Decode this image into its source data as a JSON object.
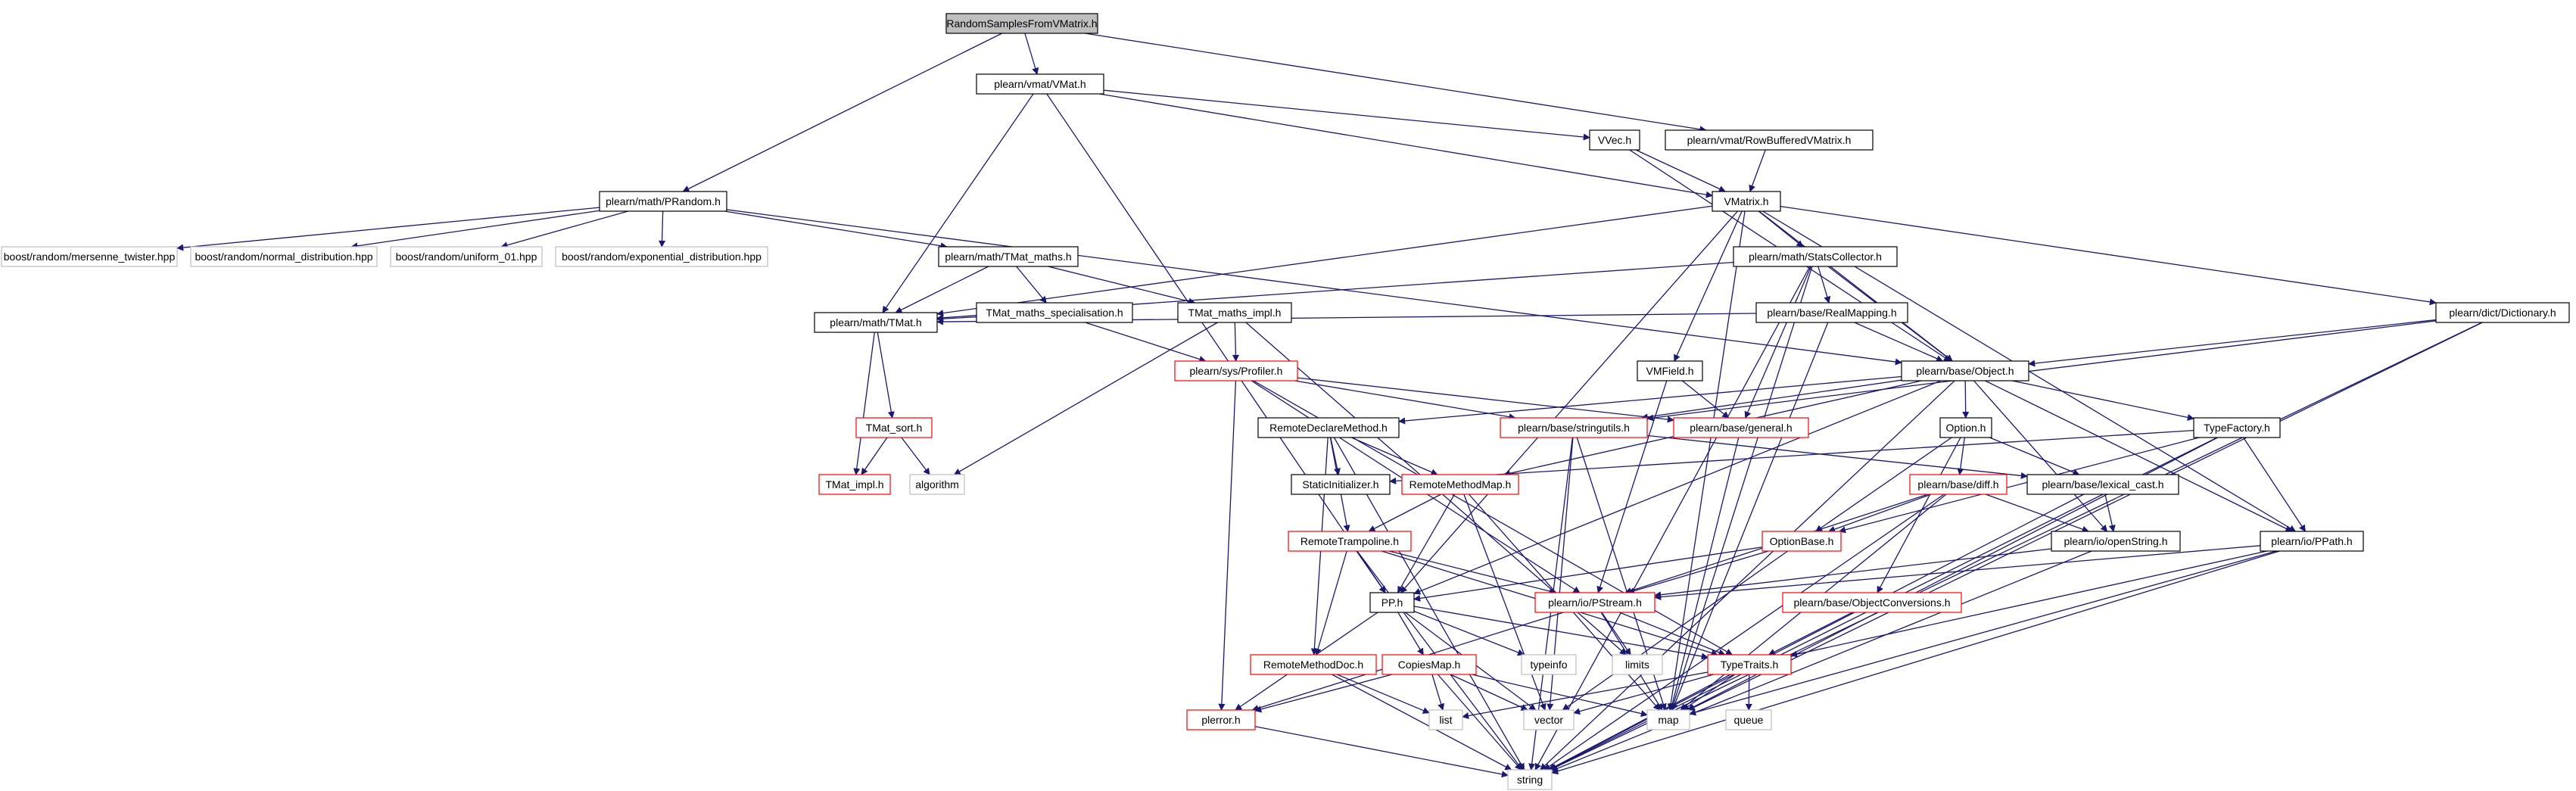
{
  "colors": {
    "edge": "#191970",
    "node_fill": "#ffffff",
    "border_black": "#000000",
    "border_red": "#ff0000",
    "border_gray": "#bfbfbf",
    "root_fill": "#bfbfbf",
    "text": "#000000"
  },
  "nodes": [
    {
      "id": "root",
      "label": "RandomSamplesFromVMatrix.h",
      "style": "root"
    },
    {
      "id": "vmat",
      "label": "plearn/vmat/VMat.h",
      "style": "black"
    },
    {
      "id": "vvec",
      "label": "VVec.h",
      "style": "black"
    },
    {
      "id": "rowbuf",
      "label": "plearn/vmat/RowBufferedVMatrix.h",
      "style": "black"
    },
    {
      "id": "prandom",
      "label": "plearn/math/PRandom.h",
      "style": "black"
    },
    {
      "id": "vmatrix",
      "label": "VMatrix.h",
      "style": "black"
    },
    {
      "id": "mersenne",
      "label": "boost/random/mersenne_twister.hpp",
      "style": "gray"
    },
    {
      "id": "normal",
      "label": "boost/random/normal_distribution.hpp",
      "style": "gray"
    },
    {
      "id": "uniform",
      "label": "boost/random/uniform_01.hpp",
      "style": "gray"
    },
    {
      "id": "expo",
      "label": "boost/random/exponential_distribution.hpp",
      "style": "gray"
    },
    {
      "id": "tmatmaths",
      "label": "plearn/math/TMat_maths.h",
      "style": "black"
    },
    {
      "id": "stats",
      "label": "plearn/math/StatsCollector.h",
      "style": "black"
    },
    {
      "id": "dict",
      "label": "plearn/dict/Dictionary.h",
      "style": "black"
    },
    {
      "id": "tmspec",
      "label": "TMat_maths_specialisation.h",
      "style": "black"
    },
    {
      "id": "tmimpl",
      "label": "TMat_maths_impl.h",
      "style": "black"
    },
    {
      "id": "realmap",
      "label": "plearn/base/RealMapping.h",
      "style": "black"
    },
    {
      "id": "tmat",
      "label": "plearn/math/TMat.h",
      "style": "black"
    },
    {
      "id": "profiler",
      "label": "plearn/sys/Profiler.h",
      "style": "red"
    },
    {
      "id": "vmfield",
      "label": "VMField.h",
      "style": "black"
    },
    {
      "id": "object",
      "label": "plearn/base/Object.h",
      "style": "black"
    },
    {
      "id": "tmsort",
      "label": "TMat_sort.h",
      "style": "red"
    },
    {
      "id": "remdecl",
      "label": "RemoteDeclareMethod.h",
      "style": "black"
    },
    {
      "id": "strutils",
      "label": "plearn/base/stringutils.h",
      "style": "red"
    },
    {
      "id": "general",
      "label": "plearn/base/general.h",
      "style": "red"
    },
    {
      "id": "option",
      "label": "Option.h",
      "style": "black"
    },
    {
      "id": "typefac",
      "label": "TypeFactory.h",
      "style": "black"
    },
    {
      "id": "tmimplh",
      "label": "TMat_impl.h",
      "style": "red"
    },
    {
      "id": "algorithm",
      "label": "algorithm",
      "style": "gray"
    },
    {
      "id": "staticinit",
      "label": "StaticInitializer.h",
      "style": "black"
    },
    {
      "id": "remmap",
      "label": "RemoteMethodMap.h",
      "style": "red"
    },
    {
      "id": "diff",
      "label": "plearn/base/diff.h",
      "style": "red"
    },
    {
      "id": "lexcast",
      "label": "plearn/base/lexical_cast.h",
      "style": "black"
    },
    {
      "id": "opstring",
      "label": "plearn/io/openString.h",
      "style": "black"
    },
    {
      "id": "ppath",
      "label": "plearn/io/PPath.h",
      "style": "black"
    },
    {
      "id": "optbase",
      "label": "OptionBase.h",
      "style": "red"
    },
    {
      "id": "remtramp",
      "label": "RemoteTrampoline.h",
      "style": "red"
    },
    {
      "id": "pp",
      "label": "PP.h",
      "style": "black"
    },
    {
      "id": "pstream",
      "label": "plearn/io/PStream.h",
      "style": "red"
    },
    {
      "id": "objconv",
      "label": "plearn/base/ObjectConversions.h",
      "style": "red"
    },
    {
      "id": "typeinfo",
      "label": "typeinfo",
      "style": "gray"
    },
    {
      "id": "remdoc",
      "label": "RemoteMethodDoc.h",
      "style": "red"
    },
    {
      "id": "copies",
      "label": "CopiesMap.h",
      "style": "red"
    },
    {
      "id": "limits",
      "label": "limits",
      "style": "gray"
    },
    {
      "id": "typetraits",
      "label": "TypeTraits.h",
      "style": "red"
    },
    {
      "id": "queue",
      "label": "queue",
      "style": "gray"
    },
    {
      "id": "list",
      "label": "list",
      "style": "gray"
    },
    {
      "id": "vector",
      "label": "vector",
      "style": "gray"
    },
    {
      "id": "map",
      "label": "map",
      "style": "gray"
    },
    {
      "id": "perror",
      "label": "plerror.h",
      "style": "red"
    },
    {
      "id": "string",
      "label": "string",
      "style": "gray"
    }
  ],
  "edges": [
    [
      "root",
      "vmat"
    ],
    [
      "root",
      "prandom"
    ],
    [
      "root",
      "rowbuf"
    ],
    [
      "vmat",
      "vvec"
    ],
    [
      "vmat",
      "vmatrix"
    ],
    [
      "vmat",
      "tmat"
    ],
    [
      "vmat",
      "pp"
    ],
    [
      "vvec",
      "vmatrix"
    ],
    [
      "vvec",
      "object"
    ],
    [
      "rowbuf",
      "vmatrix"
    ],
    [
      "prandom",
      "mersenne"
    ],
    [
      "prandom",
      "normal"
    ],
    [
      "prandom",
      "uniform"
    ],
    [
      "prandom",
      "expo"
    ],
    [
      "prandom",
      "tmatmaths"
    ],
    [
      "prandom",
      "object"
    ],
    [
      "vmatrix",
      "tmat"
    ],
    [
      "vmatrix",
      "stats"
    ],
    [
      "vmatrix",
      "dict"
    ],
    [
      "vmatrix",
      "object"
    ],
    [
      "vmatrix",
      "vmfield"
    ],
    [
      "vmatrix",
      "ppath"
    ],
    [
      "vmatrix",
      "map"
    ],
    [
      "vmatrix",
      "pp"
    ],
    [
      "tmatmaths",
      "tmspec"
    ],
    [
      "tmatmaths",
      "tmimpl"
    ],
    [
      "tmatmaths",
      "tmat"
    ],
    [
      "tmspec",
      "tmat"
    ],
    [
      "tmspec",
      "profiler"
    ],
    [
      "tmimpl",
      "profiler"
    ],
    [
      "tmimpl",
      "algorithm"
    ],
    [
      "tmimpl",
      "limits"
    ],
    [
      "stats",
      "realmap"
    ],
    [
      "stats",
      "object"
    ],
    [
      "stats",
      "general"
    ],
    [
      "stats",
      "map"
    ],
    [
      "stats",
      "tmat"
    ],
    [
      "stats",
      "string"
    ],
    [
      "realmap",
      "object"
    ],
    [
      "realmap",
      "map"
    ],
    [
      "realmap",
      "tmat"
    ],
    [
      "dict",
      "object"
    ],
    [
      "dict",
      "strutils"
    ],
    [
      "dict",
      "map"
    ],
    [
      "dict",
      "string"
    ],
    [
      "tmat",
      "tmsort"
    ],
    [
      "tmat",
      "tmimplh"
    ],
    [
      "tmsort",
      "algorithm"
    ],
    [
      "tmsort",
      "tmimplh"
    ],
    [
      "profiler",
      "strutils"
    ],
    [
      "profiler",
      "general"
    ],
    [
      "profiler",
      "pstream"
    ],
    [
      "profiler",
      "perror"
    ],
    [
      "profiler",
      "typetraits"
    ],
    [
      "vmfield",
      "general"
    ],
    [
      "vmfield",
      "pstream"
    ],
    [
      "object",
      "remdecl"
    ],
    [
      "object",
      "strutils"
    ],
    [
      "object",
      "option"
    ],
    [
      "object",
      "typefac"
    ],
    [
      "object",
      "ppath"
    ],
    [
      "object",
      "opstring"
    ],
    [
      "object",
      "pp"
    ],
    [
      "object",
      "remmap"
    ],
    [
      "object",
      "string"
    ],
    [
      "remdecl",
      "staticinit"
    ],
    [
      "remdecl",
      "remmap"
    ],
    [
      "remdecl",
      "remtramp"
    ],
    [
      "remdecl",
      "remdoc"
    ],
    [
      "remdecl",
      "string"
    ],
    [
      "strutils",
      "lexcast"
    ],
    [
      "strutils",
      "map"
    ],
    [
      "strutils",
      "vector"
    ],
    [
      "strutils",
      "string"
    ],
    [
      "general",
      "map"
    ],
    [
      "option",
      "optbase"
    ],
    [
      "option",
      "diff"
    ],
    [
      "option",
      "lexcast"
    ],
    [
      "option",
      "objconv"
    ],
    [
      "typefac",
      "staticinit"
    ],
    [
      "typefac",
      "ppath"
    ],
    [
      "typefac",
      "map"
    ],
    [
      "typefac",
      "string"
    ],
    [
      "typefac",
      "optbase"
    ],
    [
      "remmap",
      "remtramp"
    ],
    [
      "remmap",
      "pp"
    ],
    [
      "remmap",
      "vector"
    ],
    [
      "remmap",
      "map"
    ],
    [
      "diff",
      "optbase"
    ],
    [
      "diff",
      "opstring"
    ],
    [
      "diff",
      "map"
    ],
    [
      "diff",
      "string"
    ],
    [
      "diff",
      "pstream"
    ],
    [
      "lexcast",
      "opstring"
    ],
    [
      "lexcast",
      "string"
    ],
    [
      "opstring",
      "pstream"
    ],
    [
      "opstring",
      "string"
    ],
    [
      "ppath",
      "pstream"
    ],
    [
      "ppath",
      "map"
    ],
    [
      "ppath",
      "string"
    ],
    [
      "ppath",
      "typetraits"
    ],
    [
      "optbase",
      "pp"
    ],
    [
      "optbase",
      "pstream"
    ],
    [
      "optbase",
      "vector"
    ],
    [
      "remtramp",
      "pp"
    ],
    [
      "remtramp",
      "remdoc"
    ],
    [
      "remtramp",
      "pstream"
    ],
    [
      "remtramp",
      "typetraits"
    ],
    [
      "remtramp",
      "string"
    ],
    [
      "pp",
      "copies"
    ],
    [
      "pp",
      "typeinfo"
    ],
    [
      "pp",
      "perror"
    ],
    [
      "pp",
      "typetraits"
    ],
    [
      "pp",
      "vector"
    ],
    [
      "pstream",
      "limits"
    ],
    [
      "pstream",
      "typetraits"
    ],
    [
      "pstream",
      "map"
    ],
    [
      "pstream",
      "perror"
    ],
    [
      "objconv",
      "typetraits"
    ],
    [
      "remdoc",
      "list"
    ],
    [
      "remdoc",
      "string"
    ],
    [
      "copies",
      "list"
    ],
    [
      "copies",
      "vector"
    ],
    [
      "copies",
      "map"
    ],
    [
      "copies",
      "perror"
    ],
    [
      "copies",
      "string"
    ],
    [
      "typetraits",
      "queue"
    ],
    [
      "typetraits",
      "list"
    ],
    [
      "typetraits",
      "vector"
    ],
    [
      "typetraits",
      "map"
    ],
    [
      "typetraits",
      "string"
    ],
    [
      "perror",
      "string"
    ]
  ]
}
